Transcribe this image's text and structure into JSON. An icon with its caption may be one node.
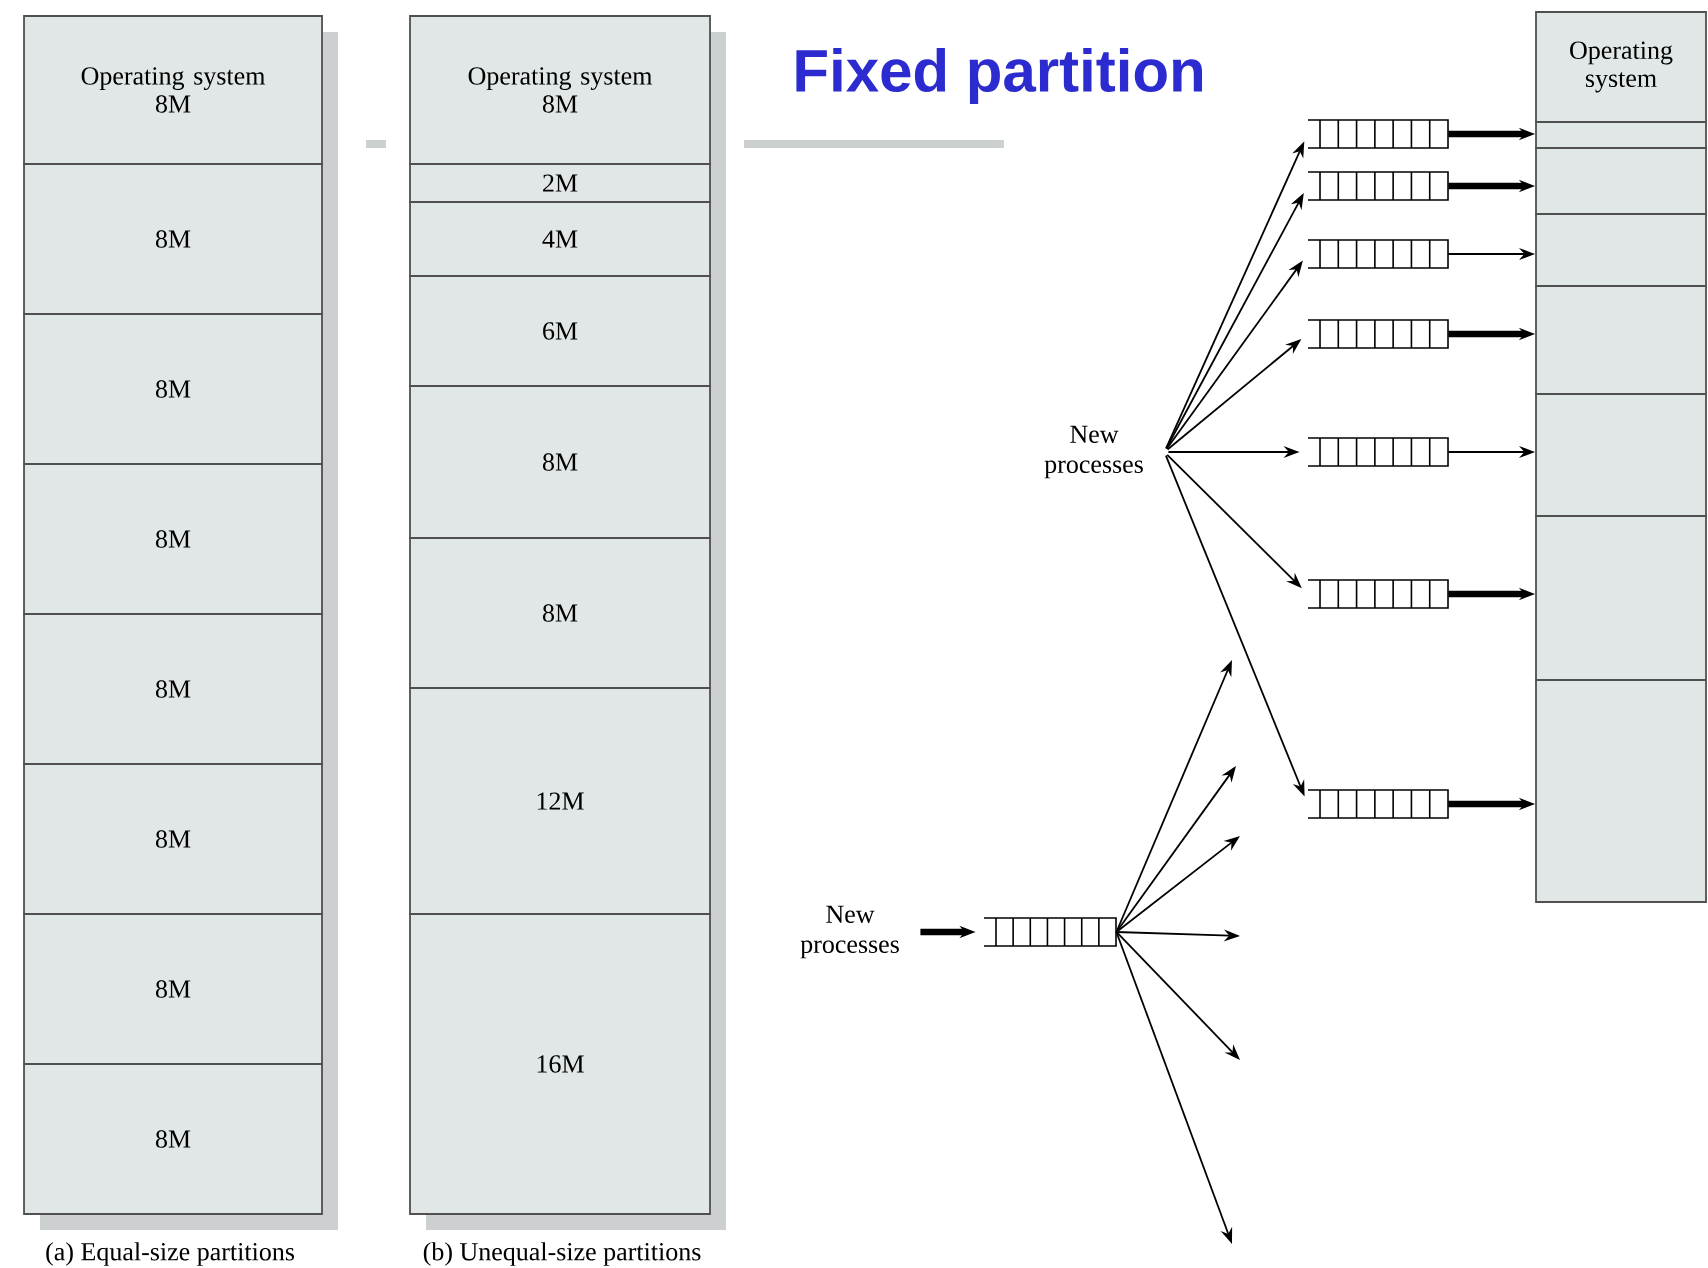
{
  "diagram": {
    "title": "Fixed partition",
    "nodes": [
      {
        "text": [
          "Operating system",
          "8M"
        ]
      },
      {
        "text": [
          "8M"
        ]
      },
      {
        "text": [
          "8M"
        ]
      },
      {
        "text": [
          "8M"
        ]
      },
      {
        "text": [
          "8M"
        ]
      },
      {
        "text": [
          "8M"
        ]
      },
      {
        "text": [
          "8M"
        ]
      },
      {
        "text": [
          "8M"
        ]
      },
      {
        "text": [
          "Operating system",
          "8M"
        ]
      },
      {
        "text": [
          "2M"
        ]
      },
      {
        "text": [
          "4M"
        ]
      },
      {
        "text": [
          "6M"
        ]
      },
      {
        "text": [
          "8M"
        ]
      },
      {
        "text": [
          "8M"
        ]
      },
      {
        "text": [
          "12M"
        ]
      },
      {
        "text": [
          "16M"
        ]
      },
      {
        "text": [
          "Operating system"
        ]
      },
      {
        "text": [],
        "shape": "box"
      },
      {
        "text": [],
        "shape": "box"
      },
      {
        "text": [],
        "shape": "box"
      },
      {
        "text": [],
        "shape": "box"
      },
      {
        "text": [],
        "shape": "box"
      },
      {
        "text": [],
        "shape": "box"
      },
      {
        "text": [],
        "shape": "box"
      },
      {
        "text": [
          "New processes"
        ]
      },
      {
        "text": [],
        "shape": "queue"
      },
      {
        "text": [],
        "shape": "queue"
      },
      {
        "text": [],
        "shape": "queue"
      },
      {
        "text": [],
        "shape": "queue"
      },
      {
        "text": [],
        "shape": "queue"
      },
      {
        "text": [],
        "shape": "queue"
      },
      {
        "text": [],
        "shape": "queue"
      },
      {
        "text": [
          "New processes"
        ]
      },
      {
        "text": [],
        "shape": "queue"
      }
    ],
    "edges": [
      {
        "from": 24,
        "to": 25,
        "arrow": "to"
      },
      {
        "from": 24,
        "to": 26,
        "arrow": "to"
      },
      {
        "from": 24,
        "to": 27,
        "arrow": "to"
      },
      {
        "from": 24,
        "to": 28,
        "arrow": "to"
      },
      {
        "from": 24,
        "to": 29,
        "arrow": "to"
      },
      {
        "from": 24,
        "to": 30,
        "arrow": "to"
      },
      {
        "from": 24,
        "to": 31,
        "arrow": "to"
      },
      {
        "from": 25,
        "to": 17,
        "arrow": "to",
        "style": "thick"
      },
      {
        "from": 26,
        "to": 18,
        "arrow": "to",
        "style": "thick"
      },
      {
        "from": 27,
        "to": 19,
        "arrow": "to"
      },
      {
        "from": 28,
        "to": 20,
        "arrow": "to",
        "style": "thick"
      },
      {
        "from": 29,
        "to": 21,
        "arrow": "to"
      },
      {
        "from": 30,
        "to": 22,
        "arrow": "to",
        "style": "thick"
      },
      {
        "from": 31,
        "to": 23,
        "arrow": "to",
        "style": "thick"
      },
      {
        "from": 32,
        "to": 33,
        "arrow": "to",
        "style": "thick"
      },
      {
        "from": 33,
        "to": null,
        "arrow": "to"
      },
      {
        "from": 33,
        "to": null,
        "arrow": "to"
      },
      {
        "from": 33,
        "to": null,
        "arrow": "to"
      },
      {
        "from": 33,
        "to": null,
        "arrow": "to"
      },
      {
        "from": 33,
        "to": null,
        "arrow": "to"
      },
      {
        "from": 33,
        "to": null,
        "arrow": "to"
      }
    ],
    "labels": [
      "(a) Equal-size partitions",
      "(b) Unequal-size partitions"
    ]
  }
}
